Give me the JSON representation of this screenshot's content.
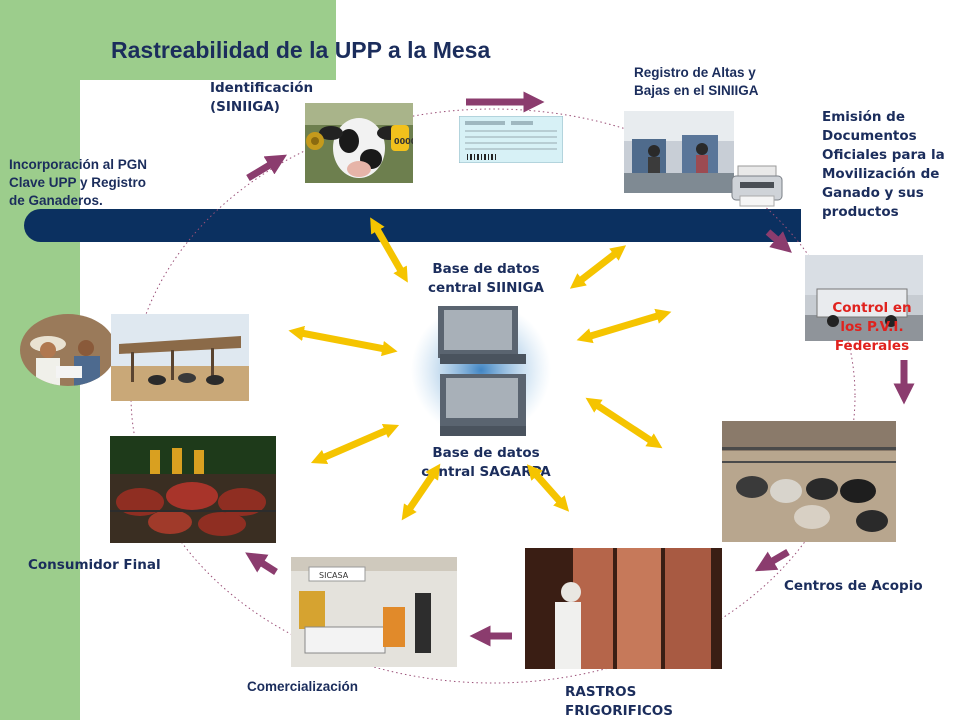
{
  "title": "Rastreabilidad de la UPP a la Mesa",
  "labels": {
    "identificacion": [
      "Identificación",
      "(SINIIGA)"
    ],
    "registro": [
      "Registro de Altas y",
      "Bajas en el SINIIGA"
    ],
    "emision": [
      "Emisión de",
      "Documentos",
      "Oficiales para la",
      "Movilización de",
      "Ganado y sus",
      "productos"
    ],
    "incorporacion": [
      "Incorporación al PGN",
      "Clave UPP y Registro",
      "de Ganaderos."
    ],
    "control": [
      "Control en",
      "los P.V.I.",
      "Federales"
    ],
    "base_siiniga": [
      "Base de datos",
      "central SIINIGA"
    ],
    "base_sagarpa": [
      "Base de datos",
      "central SAGARPA"
    ],
    "centros": "Centros de Acopio",
    "consumidor": "Consumidor Final",
    "comercializacion": "Comercialización",
    "rastros": [
      "RASTROS",
      "FRIGORIFICOS"
    ]
  },
  "colors": {
    "title": "#1b2d5c",
    "green_band": "#9ccd8c",
    "navy_bar": "#0b3060",
    "flow_arrow": "#8b3c6e",
    "sync_arrow": "#f5c400",
    "control_text": "#e0221e"
  },
  "photo_signage": {
    "ear_tag_number": "0000",
    "booth_sign": "SICASA"
  }
}
